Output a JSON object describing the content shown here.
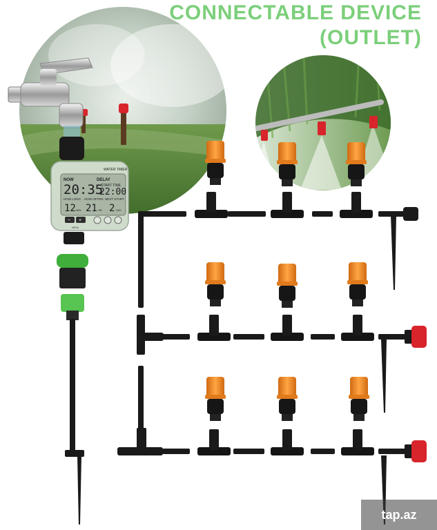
{
  "headline": {
    "line1": "CONNECTABLE DEVICE",
    "line2": "(OUTLET)",
    "color": "#7ccf7b"
  },
  "timer_display": {
    "brand": "WATER TIMER",
    "now_label": "NOW",
    "now_time": "20:35",
    "delay_label": "DELAY",
    "start_time_label": "START TIME",
    "start_time": "22:00",
    "how_long_label": "HOW LONG",
    "how_long_value": "12",
    "how_long_unit": "MIN",
    "how_often_label": "HOW OFTEN",
    "how_often_value": "21",
    "how_often_unit": "HR",
    "next_start_label": "NEXT START",
    "next_start_value": "2",
    "next_start_unit": "DAY",
    "button_labels": [
      "−",
      "+",
      "MENU"
    ],
    "body_color": "#cfdccb",
    "screen_color": "#a9b5a5"
  },
  "watermark": "tap.az",
  "colors": {
    "tube": "#1a1a1a",
    "nozzle_orange": "#f08a24",
    "cap_red": "#d8242b",
    "connector_green": "#3fae3a"
  }
}
